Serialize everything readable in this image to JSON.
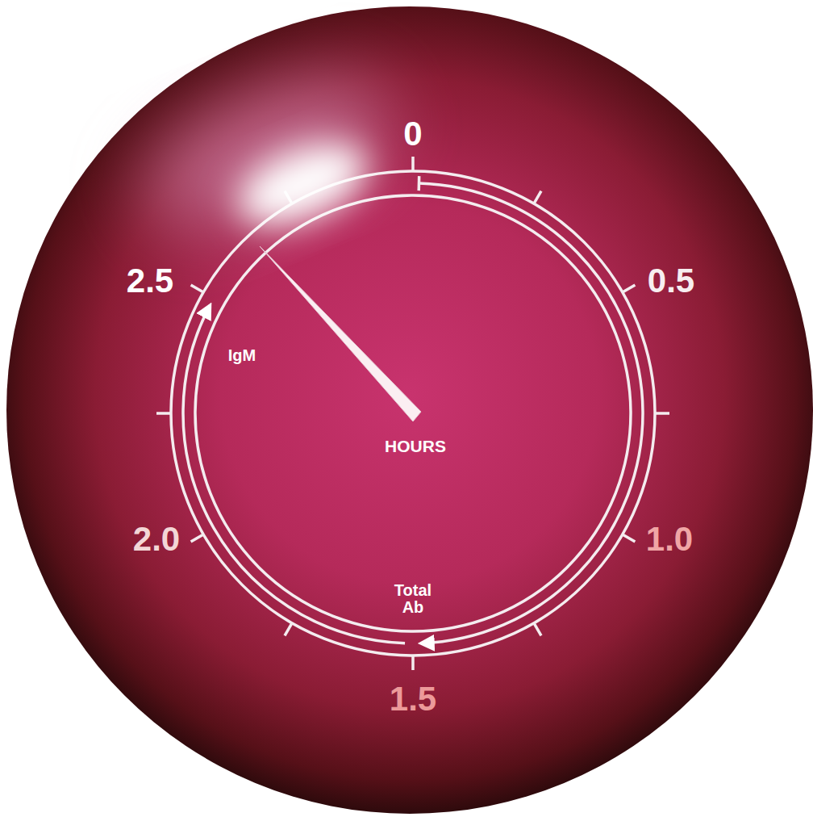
{
  "diagram": {
    "labels": [
      "0",
      "0.5",
      "1.0",
      "1.5",
      "2.0",
      "2.5",
      "IgM",
      "Total Ab",
      "HOURS"
    ]
  }
}
